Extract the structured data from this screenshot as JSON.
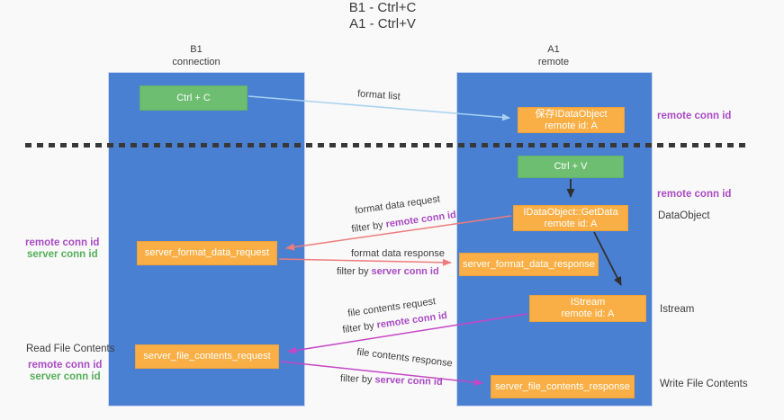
{
  "title": {
    "line1": "B1 - Ctrl+C",
    "line2": "A1 - Ctrl+V"
  },
  "lifelines": {
    "left": {
      "title": "B1",
      "subtitle": "connection"
    },
    "right": {
      "title": "A1",
      "subtitle": "remote"
    }
  },
  "nodes": {
    "ctrl_c": {
      "label": "Ctrl + C"
    },
    "ctrl_v": {
      "label": "Ctrl + V"
    },
    "save_dataobject": {
      "line1": "保存IDataObject",
      "line2": "remote id: A"
    },
    "getdata": {
      "line1": "IDataObject::GetData",
      "line2": "remote id: A"
    },
    "istream": {
      "line1": "IStream",
      "line2": "remote id: A"
    },
    "server_format_data_request": {
      "label": "server_format_data_request"
    },
    "server_format_data_response": {
      "label": "server_format_data_response"
    },
    "server_file_contents_request": {
      "label": "server_file_contents_request"
    },
    "server_file_contents_response": {
      "label": "server_file_contents_response"
    }
  },
  "flow_labels": {
    "format_list": "format list",
    "format_data_request": "format data request",
    "format_data_request_filter": {
      "prefix": "filter by ",
      "highlight": "remote conn id"
    },
    "format_data_response": "format data response",
    "format_data_response_filter": {
      "prefix": "filter by ",
      "highlight": "server conn id"
    },
    "file_contents_request": "file contents request",
    "file_contents_request_filter": {
      "prefix": "filter by ",
      "highlight": "remote conn id"
    },
    "file_contents_response": "file contents response",
    "file_contents_response_filter": {
      "prefix": "filter by ",
      "highlight": "server conn id"
    }
  },
  "side_labels": {
    "right_remote_conn_id_top": "remote conn id",
    "right_remote_conn_id_mid": "remote conn id",
    "right_dataobject": "DataObject",
    "right_istream": "Istream",
    "right_write_file_contents": "Write File Contents",
    "left_remote_conn_id_top": "remote conn id",
    "left_server_conn_id_top": "server conn id",
    "left_read_file_contents": "Read File Contents",
    "left_remote_conn_id_bottom": "remote conn id",
    "left_server_conn_id_bottom": "server conn id"
  },
  "colors": {
    "lifeline_blue": "#4A80D2",
    "node_orange": "#F9AF45",
    "node_green": "#6DBE71",
    "remote_conn_purple": "#A94BC2",
    "server_conn_green": "#53AF57",
    "arrow_salmon": "#EE7C7C",
    "arrow_magenta": "#C646C6",
    "arrow_light_blue": "#A8D2F0",
    "arrow_black": "#2F2F2F"
  }
}
